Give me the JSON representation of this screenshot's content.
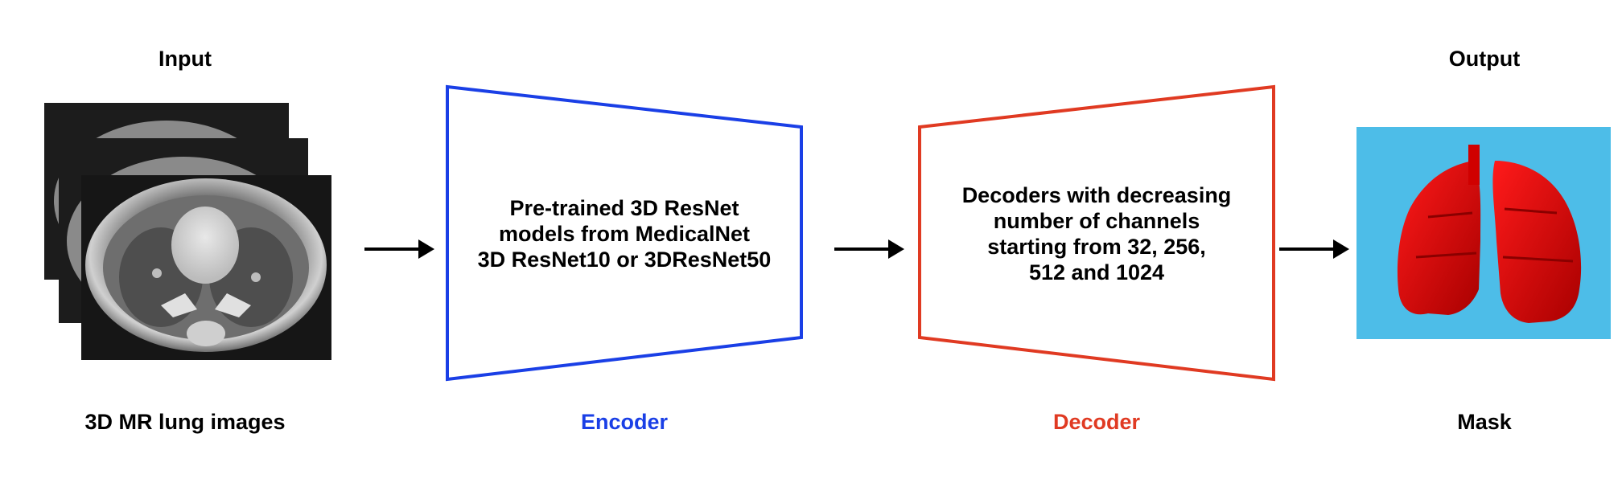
{
  "input": {
    "title": "Input",
    "caption": "3D MR lung images"
  },
  "encoder": {
    "caption": "Encoder",
    "lines": [
      "Pre-trained 3D ResNet",
      "models from MedicalNet",
      "3D ResNet10 or 3DResNet50"
    ],
    "color": "#1a3fe6"
  },
  "decoder": {
    "caption": "Decoder",
    "lines": [
      "Decoders with decreasing",
      "number of channels",
      "starting from 32, 256,",
      "512 and 1024"
    ],
    "color": "#e03a22"
  },
  "output": {
    "title": "Output",
    "caption": "Mask",
    "background": "#4dbde8",
    "mask_color": "#e00000"
  },
  "arrow_icon": "right-arrow-icon"
}
